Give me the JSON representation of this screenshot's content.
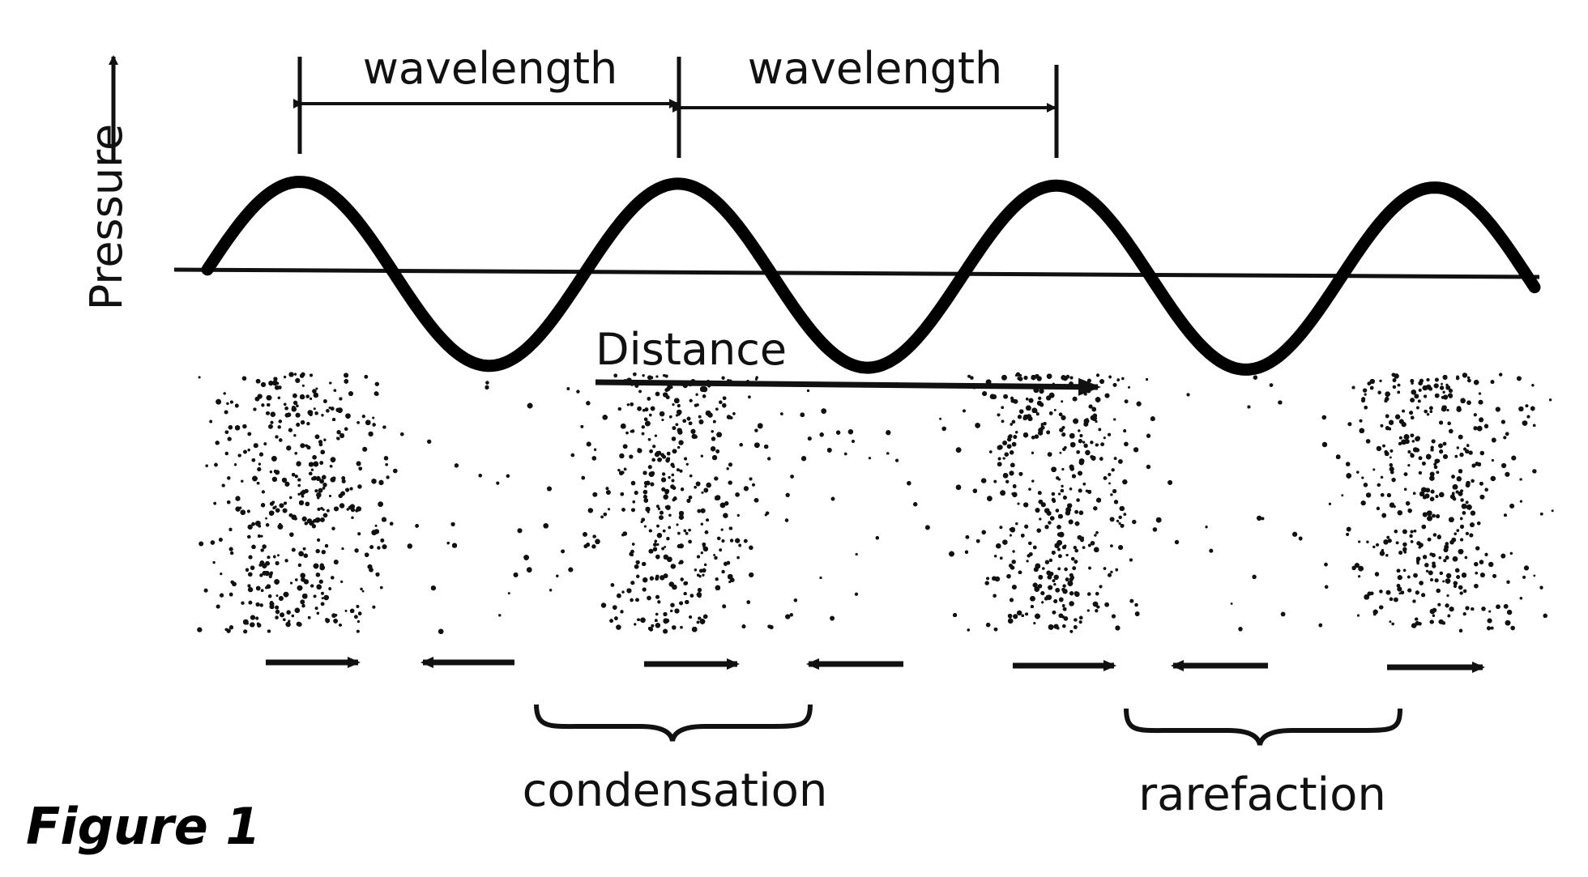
{
  "labels": {
    "wavelength_1": "wavelength",
    "wavelength_2": "wavelength",
    "pressure": "Pressure",
    "distance": "Distance",
    "condensation": "condensation",
    "rarefaction": "rarefaction"
  },
  "caption": "Figure 1",
  "wave": {
    "crests": 4,
    "troughs": 3
  },
  "particle_arrows": [
    "right",
    "left",
    "right",
    "left",
    "right",
    "left",
    "right"
  ]
}
